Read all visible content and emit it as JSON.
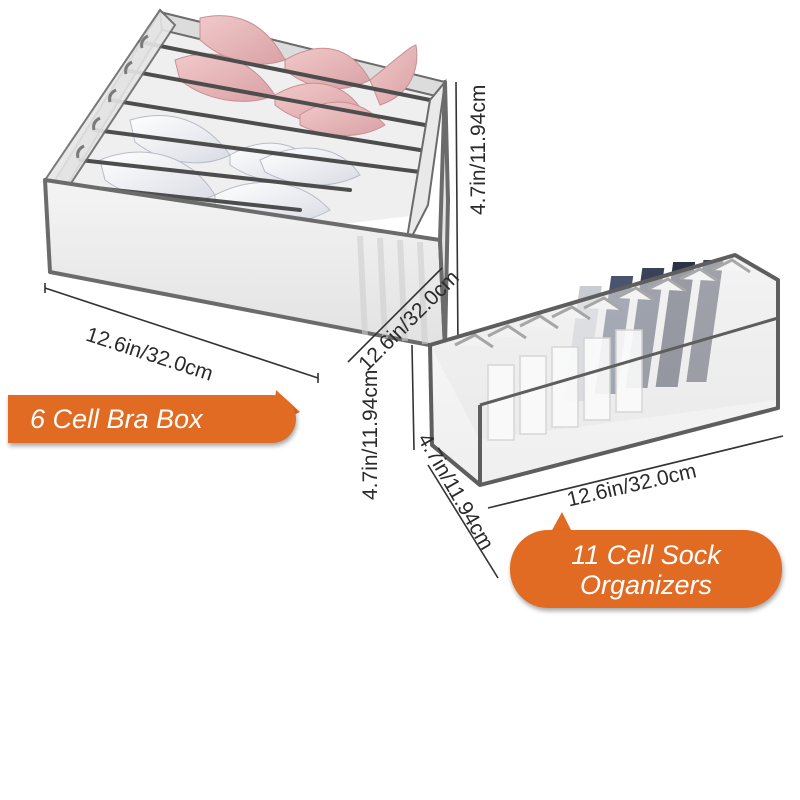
{
  "products": {
    "bra_box": {
      "callout": "6 Cell Bra Box",
      "width_label": "12.6in/32.0cm",
      "depth_label": "12.6in/32.0cm",
      "height_label": "4.7in/11.94cm"
    },
    "sock_organizer": {
      "callout_line1": "11 Cell Sock",
      "callout_line2": "Organizers",
      "length_label": "12.6in/32.0cm",
      "width_label": "4.7in/11.94cm",
      "height_label": "4.7in/11.94cm"
    }
  },
  "colors": {
    "callout": "#e26b23",
    "callout_text": "#ffffff",
    "box_frame": "#6b6b6b",
    "pink": "#e6b4b6",
    "white_cup": "#eceef3"
  }
}
